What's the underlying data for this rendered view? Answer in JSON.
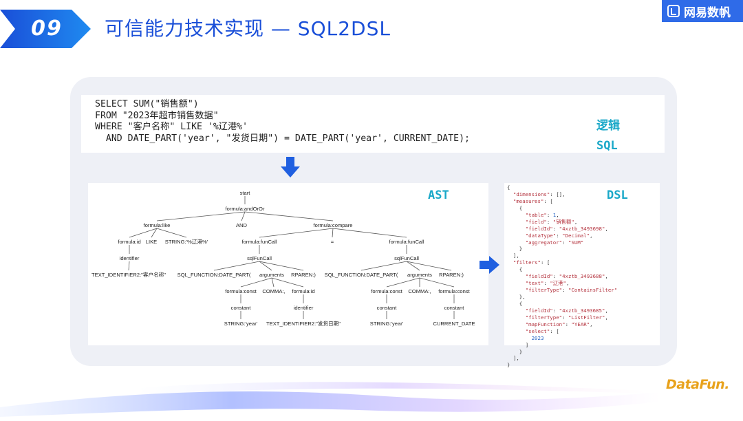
{
  "header": {
    "section_number": "09",
    "title": "可信能力技术实现 — SQL2DSL",
    "logo_text": "网易数帆"
  },
  "sql": {
    "code": "SELECT SUM(\"销售额\")\nFROM \"2023年超市销售数据\"\nWHERE \"客户名称\" LIKE '%辽港%'\n  AND DATE_PART('year', \"发货日期\") = DATE_PART('year', CURRENT_DATE);",
    "label_line1": "逻辑",
    "label_line2": "SQL"
  },
  "ast": {
    "label": "AST",
    "nodes": [
      {
        "id": "start",
        "text": "start"
      },
      {
        "id": "andOrOr",
        "text": "formula:andOrOr"
      },
      {
        "id": "like",
        "text": "formula:like"
      },
      {
        "id": "and",
        "text": "AND"
      },
      {
        "id": "compare",
        "text": "formula:compare"
      },
      {
        "id": "fid1",
        "text": "formula:id"
      },
      {
        "id": "likekw",
        "text": "LIKE"
      },
      {
        "id": "str1",
        "text": "STRING:'%辽港%'"
      },
      {
        "id": "fc1",
        "text": "formula:funCall"
      },
      {
        "id": "eq",
        "text": "="
      },
      {
        "id": "fc2",
        "text": "formula:funCall"
      },
      {
        "id": "ident1",
        "text": "identifier"
      },
      {
        "id": "sqf1",
        "text": "sqlFunCall"
      },
      {
        "id": "sqf2",
        "text": "sqlFunCall"
      },
      {
        "id": "tid1",
        "text": "TEXT_IDENTIFIER2:\"客户名称\""
      },
      {
        "id": "sf1",
        "text": "SQL_FUNCTION:DATE_PART("
      },
      {
        "id": "args1",
        "text": "arguments"
      },
      {
        "id": "rp1",
        "text": "RPAREN:)"
      },
      {
        "id": "sf2",
        "text": "SQL_FUNCTION:DATE_PART("
      },
      {
        "id": "args2",
        "text": "arguments"
      },
      {
        "id": "rp2",
        "text": "RPAREN:)"
      },
      {
        "id": "fcon1",
        "text": "formula:const"
      },
      {
        "id": "comma1",
        "text": "COMMA:,"
      },
      {
        "id": "fid2",
        "text": "formula:id"
      },
      {
        "id": "fcon2",
        "text": "formula:const"
      },
      {
        "id": "comma2",
        "text": "COMMA:,"
      },
      {
        "id": "fcon3",
        "text": "formula:const"
      },
      {
        "id": "const1",
        "text": "constant"
      },
      {
        "id": "ident2",
        "text": "identifier"
      },
      {
        "id": "const2",
        "text": "constant"
      },
      {
        "id": "const3",
        "text": "constant"
      },
      {
        "id": "stry1",
        "text": "STRING:'year'"
      },
      {
        "id": "tid2",
        "text": "TEXT_IDENTIFIER2:\"发货日期\""
      },
      {
        "id": "stry2",
        "text": "STRING:'year'"
      },
      {
        "id": "curdate",
        "text": "CURRENT_DATE"
      }
    ]
  },
  "dsl": {
    "label": "DSL",
    "lines": [
      [
        [
          "p",
          "{"
        ]
      ],
      [
        [
          "p",
          "  "
        ],
        [
          "k",
          "\"dimensions\""
        ],
        [
          "p",
          ": [],"
        ]
      ],
      [
        [
          "p",
          "  "
        ],
        [
          "k",
          "\"measures\""
        ],
        [
          "p",
          ": ["
        ]
      ],
      [
        [
          "p",
          "    {"
        ]
      ],
      [
        [
          "p",
          "      "
        ],
        [
          "k",
          "\"table\""
        ],
        [
          "p",
          ": "
        ],
        [
          "n",
          "1"
        ],
        [
          "p",
          ","
        ]
      ],
      [
        [
          "p",
          "      "
        ],
        [
          "k",
          "\"field\""
        ],
        [
          "p",
          ": "
        ],
        [
          "s",
          "\"销售额\""
        ],
        [
          "p",
          ","
        ]
      ],
      [
        [
          "p",
          "      "
        ],
        [
          "k",
          "\"fieldId\""
        ],
        [
          "p",
          ": "
        ],
        [
          "s",
          "\"4xztb_3493698\""
        ],
        [
          "p",
          ","
        ]
      ],
      [
        [
          "p",
          "      "
        ],
        [
          "k",
          "\"dataType\""
        ],
        [
          "p",
          ": "
        ],
        [
          "s",
          "\"Decimal\""
        ],
        [
          "p",
          ","
        ]
      ],
      [
        [
          "p",
          "      "
        ],
        [
          "k",
          "\"aggregator\""
        ],
        [
          "p",
          ": "
        ],
        [
          "s",
          "\"SUM\""
        ]
      ],
      [
        [
          "p",
          "    }"
        ]
      ],
      [
        [
          "p",
          "  ],"
        ]
      ],
      [
        [
          "p",
          "  "
        ],
        [
          "k",
          "\"filters\""
        ],
        [
          "p",
          ": ["
        ]
      ],
      [
        [
          "p",
          "    {"
        ]
      ],
      [
        [
          "p",
          "      "
        ],
        [
          "k",
          "\"fieldId\""
        ],
        [
          "p",
          ": "
        ],
        [
          "s",
          "\"4xztb_3493688\""
        ],
        [
          "p",
          ","
        ]
      ],
      [
        [
          "p",
          "      "
        ],
        [
          "k",
          "\"text\""
        ],
        [
          "p",
          ": "
        ],
        [
          "s",
          "\"辽港\""
        ],
        [
          "p",
          ","
        ]
      ],
      [
        [
          "p",
          "      "
        ],
        [
          "k",
          "\"filterType\""
        ],
        [
          "p",
          ": "
        ],
        [
          "s",
          "\"ContainsFilter\""
        ]
      ],
      [
        [
          "p",
          "    },"
        ]
      ],
      [
        [
          "p",
          "    {"
        ]
      ],
      [
        [
          "p",
          "      "
        ],
        [
          "k",
          "\"fieldId\""
        ],
        [
          "p",
          ": "
        ],
        [
          "s",
          "\"4xztb_3493685\""
        ],
        [
          "p",
          ","
        ]
      ],
      [
        [
          "p",
          "      "
        ],
        [
          "k",
          "\"filterType\""
        ],
        [
          "p",
          ": "
        ],
        [
          "s",
          "\"ListFilter\""
        ],
        [
          "p",
          ","
        ]
      ],
      [
        [
          "p",
          "      "
        ],
        [
          "k",
          "\"mapFunction\""
        ],
        [
          "p",
          ": "
        ],
        [
          "s",
          "\"YEAR\""
        ],
        [
          "p",
          ","
        ]
      ],
      [
        [
          "p",
          "      "
        ],
        [
          "k",
          "\"select\""
        ],
        [
          "p",
          ": ["
        ]
      ],
      [
        [
          "p",
          "        "
        ],
        [
          "n",
          "2023"
        ]
      ],
      [
        [
          "p",
          "      ]"
        ]
      ],
      [
        [
          "p",
          "    }"
        ]
      ],
      [
        [
          "p",
          "  ],"
        ]
      ],
      [
        [
          "p",
          "}"
        ]
      ]
    ]
  },
  "footer": {
    "brand": "DataFun."
  },
  "colors": {
    "title_blue": "#1a4fd8",
    "badge_blue": "#1a4fd8",
    "label_cyan": "#1aa8c8",
    "arrow_blue": "#1f5fe0",
    "brand_orange": "#e8a21c"
  }
}
